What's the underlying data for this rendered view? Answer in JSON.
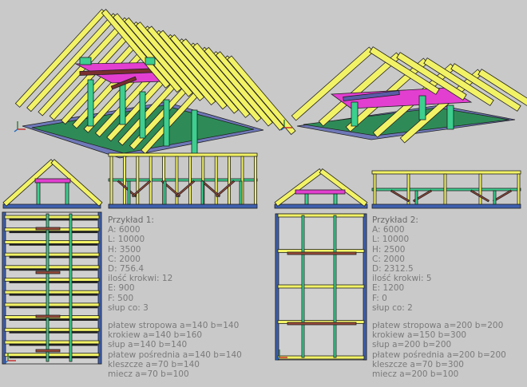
{
  "examples": [
    {
      "title": "Przykład 1:",
      "params": [
        "A: 6000",
        "L: 10000",
        "H: 3500",
        "C: 2000",
        "D: 756.4",
        "ilość krokwi: 12",
        "E: 900",
        "F: 500",
        "słup co: 3"
      ],
      "sections": [
        "płatew stropowa a=140 b=140",
        "krokiew a=140 b=160",
        "słup a=140 b=140",
        "płatew pośrednia a=140 b=140",
        "kleszcze a=70 b=140",
        "miecz a=70 b=100"
      ]
    },
    {
      "title": "Przykład 2:",
      "params": [
        "A: 6000",
        "L: 10000",
        "H: 2500",
        "C: 2000",
        "D: 2312.5",
        "ilość krokwi: 5",
        "E: 1200",
        "F: 0",
        "słup co: 2"
      ],
      "sections": [
        "płatew stropowa a=200 b=200",
        "krokiew a=150 b=300",
        "słup a=200 b=200",
        "płatew pośrednia a=200 b=200",
        "kleszcze a=70 b=300",
        "miecz a=200 b=100"
      ]
    }
  ],
  "colors": {
    "rafter": "#f2f266",
    "post": "#3ccf8e",
    "purlin": "#e23fd0",
    "plate": "#3e5fae",
    "strut": "#9a4a3a",
    "outline": "#202020",
    "background": "#c9c9c9"
  }
}
